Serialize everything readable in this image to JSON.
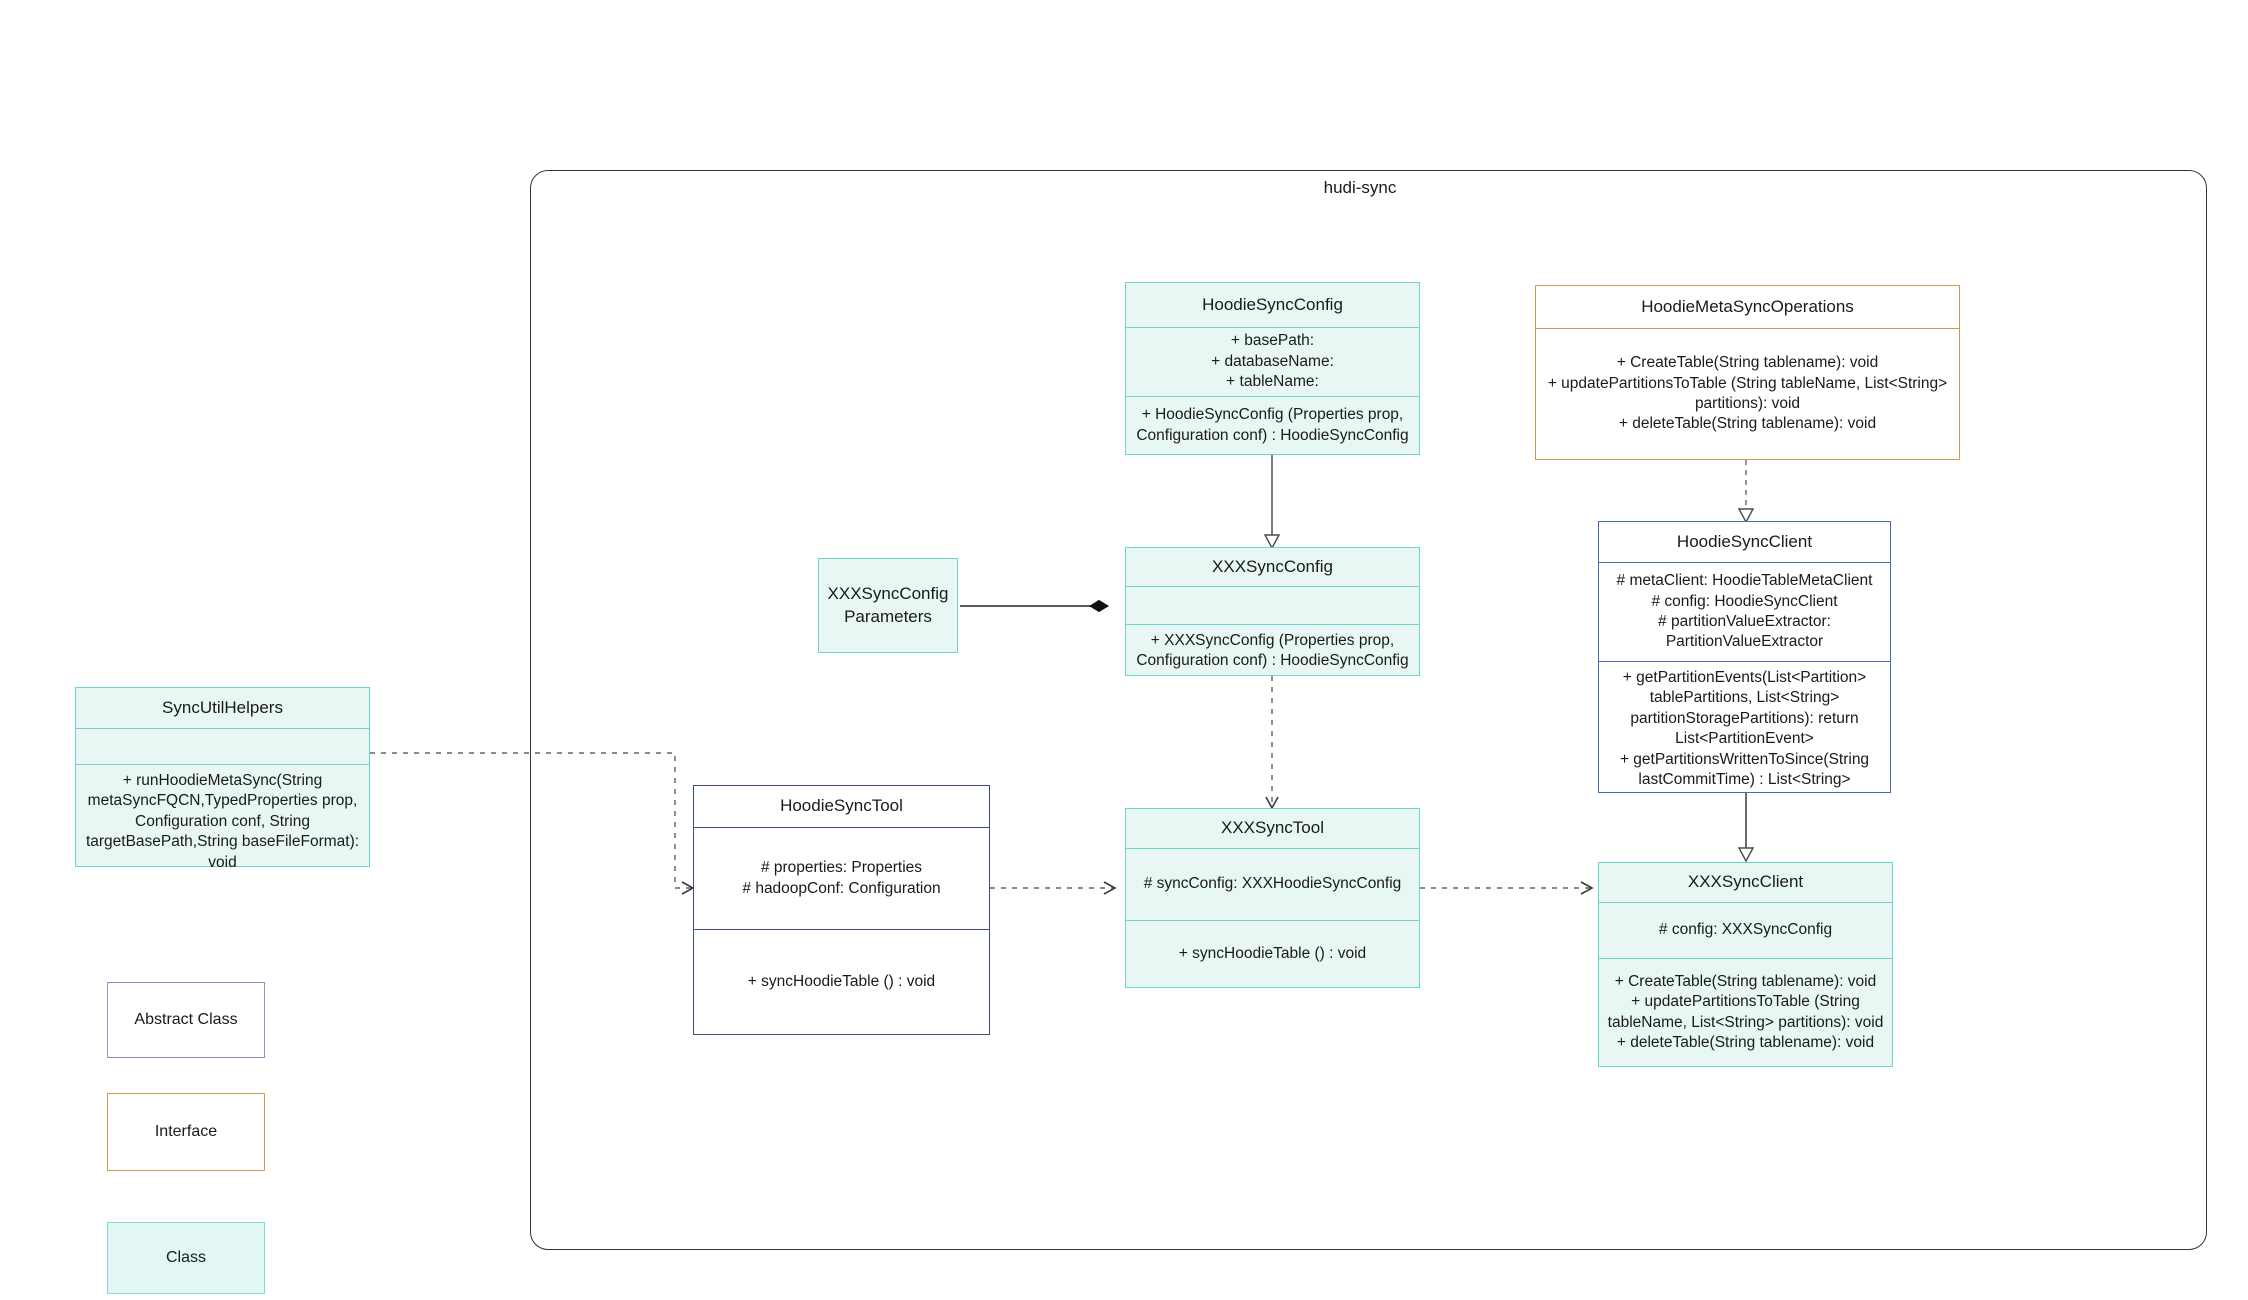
{
  "package": {
    "title": "hudi-sync"
  },
  "classes": {
    "hoodie_sync_config": {
      "name": "HoodieSyncConfig",
      "attributes": "+    basePath:\n+   databaseName:\n+    tableName:",
      "operations": "+   HoodieSyncConfig (Properties prop, Configuration conf) : HoodieSyncConfig",
      "stereotype": "class"
    },
    "hoodie_meta_sync_operations": {
      "name": "HoodieMetaSyncOperations",
      "operations": "+    CreateTable(String tablename): void\n+    updatePartitionsToTable (String tableName, List<String> partitions): void\n+    deleteTable(String tablename): void",
      "stereotype": "interface"
    },
    "hoodie_sync_client": {
      "name": "HoodieSyncClient",
      "attributes": "#   metaClient: HoodieTableMetaClient\n#   config: HoodieSyncClient\n#    partitionValueExtractor: PartitionValueExtractor",
      "operations": "+   getPartitionEvents(List<Partition> tablePartitions, List<String> partitionStoragePartitions): return List<PartitionEvent>\n+   getPartitionsWrittenToSince(String lastCommitTime) : List<String>",
      "stereotype": "class-white"
    },
    "xxx_sync_config": {
      "name": "XXXSyncConfig",
      "attributes": "",
      "operations": "+   XXXSyncConfig (Properties prop, Configuration conf) : HoodieSyncConfig",
      "stereotype": "class"
    },
    "xxx_sync_config_parameters": {
      "name": "XXXSyncConfigParameters",
      "stereotype": "class"
    },
    "sync_util_helpers": {
      "name": "SyncUtilHelpers",
      "attributes": "",
      "operations": "+     runHoodieMetaSync(String metaSyncFQCN,TypedProperties prop, Configuration conf, String targetBasePath,String baseFileFormat): void",
      "stereotype": "class"
    },
    "hoodie_sync_tool": {
      "name": "HoodieSyncTool",
      "attributes": "#   properties: Properties\n#   hadoopConf: Configuration",
      "operations": "+   syncHoodieTable () : void",
      "stereotype": "abstract"
    },
    "xxx_sync_tool": {
      "name": "XXXSyncTool",
      "attributes": "#   syncConfig: XXXHoodieSyncConfig",
      "operations": "+   syncHoodieTable () : void",
      "stereotype": "class"
    },
    "xxx_sync_client": {
      "name": "XXXSyncClient",
      "attributes": "#    config: XXXSyncConfig",
      "operations": "+    CreateTable(String tablename): void\n+     updatePartitionsToTable (String tableName, List<String> partitions): void\n+    deleteTable(String tablename): void",
      "stereotype": "class"
    }
  },
  "legend": [
    {
      "label": "Abstract Class",
      "kind": "abstract"
    },
    {
      "label": "Interface",
      "kind": "interface"
    },
    {
      "label": "Class",
      "kind": "class"
    }
  ],
  "relationships": [
    {
      "from": "HoodieSyncConfig",
      "to": "XXXSyncConfig",
      "type": "generalization"
    },
    {
      "from": "HoodieMetaSyncOperations",
      "to": "HoodieSyncClient",
      "type": "realization"
    },
    {
      "from": "HoodieSyncClient",
      "to": "XXXSyncClient",
      "type": "generalization"
    },
    {
      "from": "XXXSyncConfigParameters",
      "to": "XXXSyncConfig",
      "type": "composition"
    },
    {
      "from": "XXXSyncConfig",
      "to": "XXXSyncTool",
      "type": "dependency"
    },
    {
      "from": "SyncUtilHelpers",
      "to": "HoodieSyncTool",
      "type": "dependency"
    },
    {
      "from": "HoodieSyncTool",
      "to": "XXXSyncTool",
      "type": "dependency"
    },
    {
      "from": "XXXSyncTool",
      "to": "XXXSyncClient",
      "type": "dependency"
    }
  ],
  "colors": {
    "class_fill": "#e8f7f4",
    "class_border": "#6dd5ce",
    "interface_border": "#cc9a4e",
    "abstract_border": "#3d4a87",
    "package_border": "#32324b",
    "edge": "#6b6b6b",
    "edge_solid": "#5a5a5a"
  }
}
